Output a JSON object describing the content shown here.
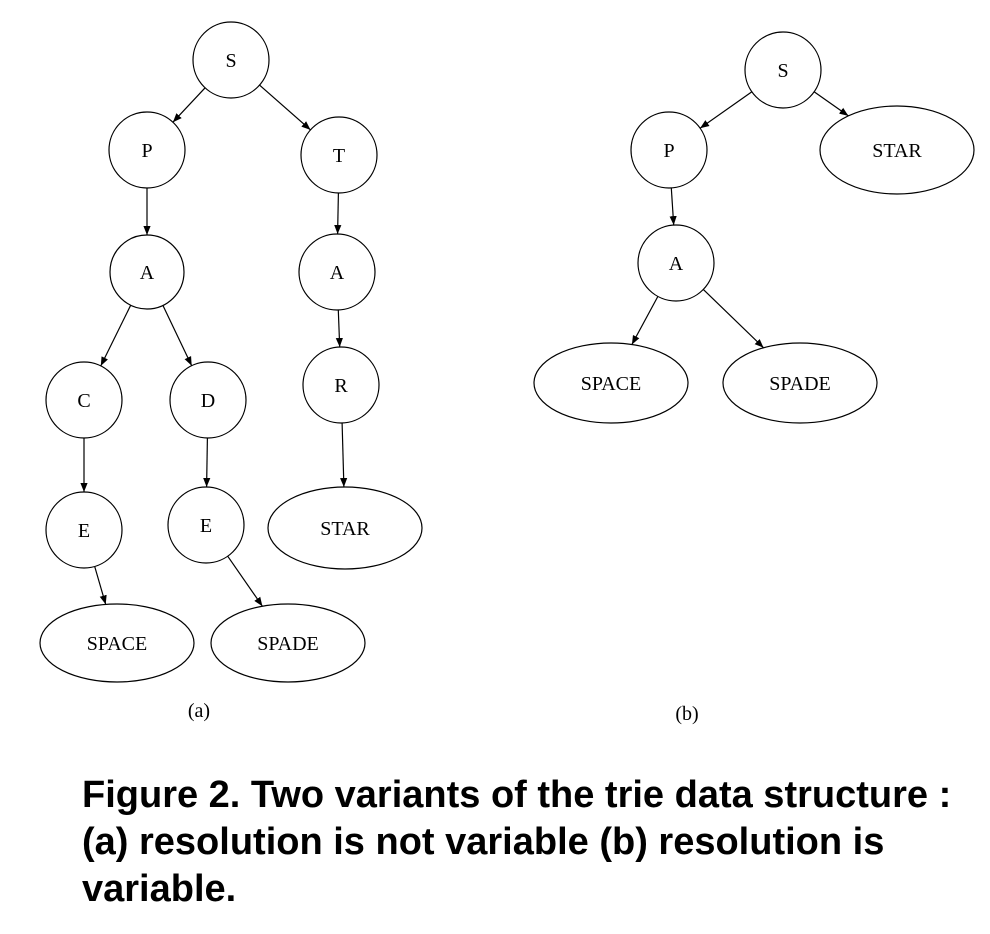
{
  "diagram_a": {
    "label": "(a)",
    "nodes": [
      {
        "id": "a_S",
        "label": "S"
      },
      {
        "id": "a_P",
        "label": "P"
      },
      {
        "id": "a_T",
        "label": "T"
      },
      {
        "id": "a_A1",
        "label": "A"
      },
      {
        "id": "a_A2",
        "label": "A"
      },
      {
        "id": "a_C",
        "label": "C"
      },
      {
        "id": "a_D",
        "label": "D"
      },
      {
        "id": "a_R",
        "label": "R"
      },
      {
        "id": "a_E1",
        "label": "E"
      },
      {
        "id": "a_E2",
        "label": "E"
      },
      {
        "id": "a_STAR",
        "label": "STAR"
      },
      {
        "id": "a_SPACE",
        "label": "SPACE"
      },
      {
        "id": "a_SPADE",
        "label": "SPADE"
      }
    ],
    "edges": [
      [
        "a_S",
        "a_P"
      ],
      [
        "a_S",
        "a_T"
      ],
      [
        "a_P",
        "a_A1"
      ],
      [
        "a_T",
        "a_A2"
      ],
      [
        "a_A1",
        "a_C"
      ],
      [
        "a_A1",
        "a_D"
      ],
      [
        "a_A2",
        "a_R"
      ],
      [
        "a_C",
        "a_E1"
      ],
      [
        "a_D",
        "a_E2"
      ],
      [
        "a_R",
        "a_STAR"
      ],
      [
        "a_E1",
        "a_SPACE"
      ],
      [
        "a_E2",
        "a_SPADE"
      ]
    ]
  },
  "diagram_b": {
    "label": "(b)",
    "nodes": [
      {
        "id": "b_S",
        "label": "S"
      },
      {
        "id": "b_P",
        "label": "P"
      },
      {
        "id": "b_STAR",
        "label": "STAR"
      },
      {
        "id": "b_A",
        "label": "A"
      },
      {
        "id": "b_SPACE",
        "label": "SPACE"
      },
      {
        "id": "b_SPADE",
        "label": "SPADE"
      }
    ],
    "edges": [
      [
        "b_S",
        "b_P"
      ],
      [
        "b_S",
        "b_STAR"
      ],
      [
        "b_P",
        "b_A"
      ],
      [
        "b_A",
        "b_SPACE"
      ],
      [
        "b_A",
        "b_SPADE"
      ]
    ]
  },
  "caption": "Figure 2. Two variants of the trie data structure : (a) resolution is not variable (b) resolution is variable."
}
